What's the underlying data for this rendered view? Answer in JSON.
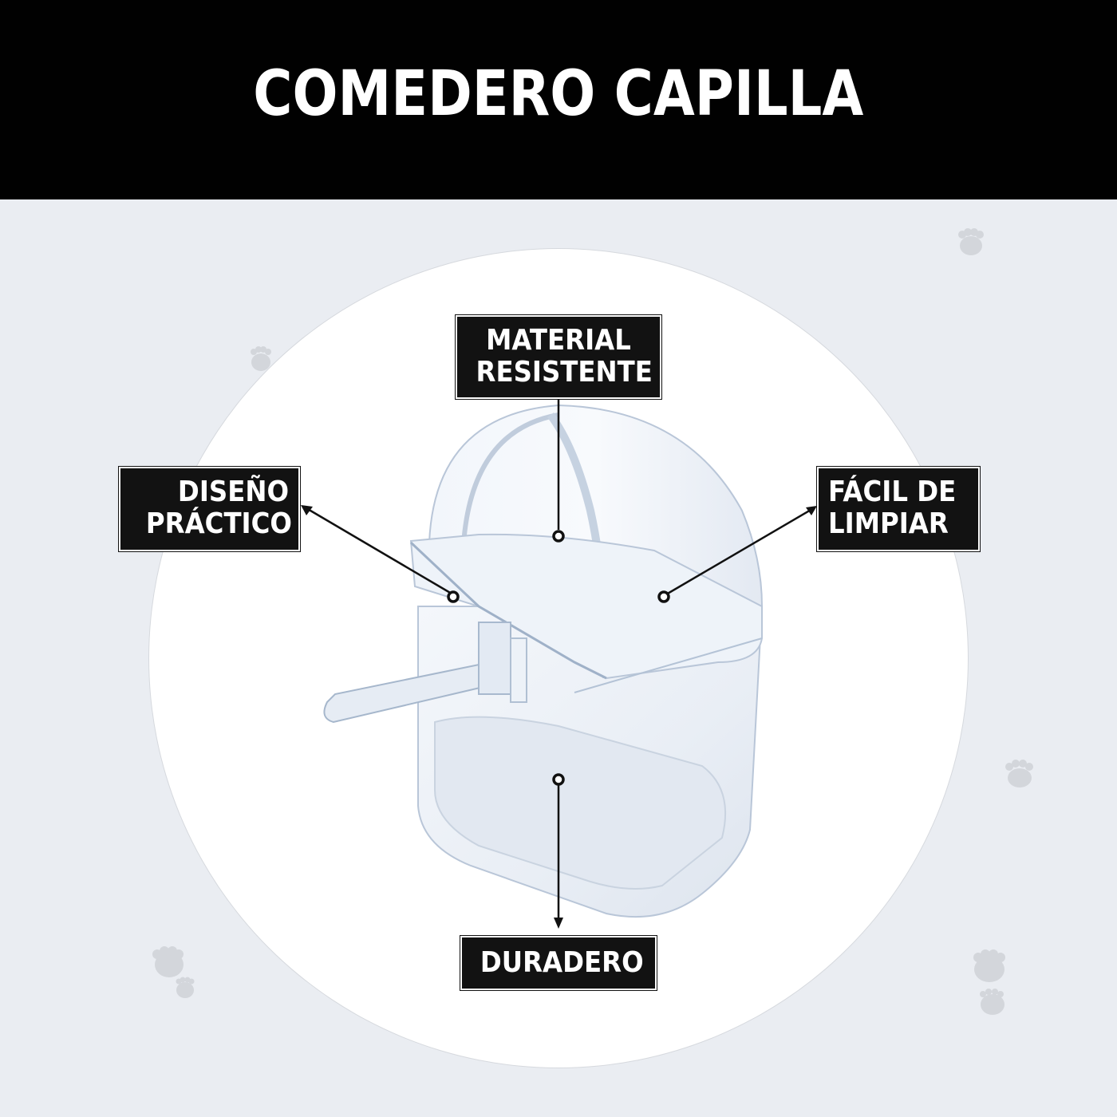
{
  "header": {
    "title": "COMEDERO CAPILLA"
  },
  "colors": {
    "header_bg": "#010101",
    "page_bg": "#EAEDF2",
    "circle_bg": "#FFFFFF",
    "label_bg": "#121212",
    "label_text": "#FFFFFF",
    "paw": "#D3D6DB"
  },
  "callouts": {
    "material": {
      "line1": "MATERIAL",
      "line2": "RESISTENTE"
    },
    "diseno": {
      "line1": "DISEÑO",
      "line2": "PRÁCTICO"
    },
    "facil": {
      "line1": "FÁCIL DE",
      "line2": "LIMPIAR"
    },
    "duradero": {
      "line1": "DURADERO"
    }
  },
  "product": {
    "name": "comedero-capilla",
    "description": "clear-plastic-bird-feeder-with-hood-and-perch"
  },
  "decorations": {
    "icons": [
      "paw-print-icon"
    ]
  }
}
